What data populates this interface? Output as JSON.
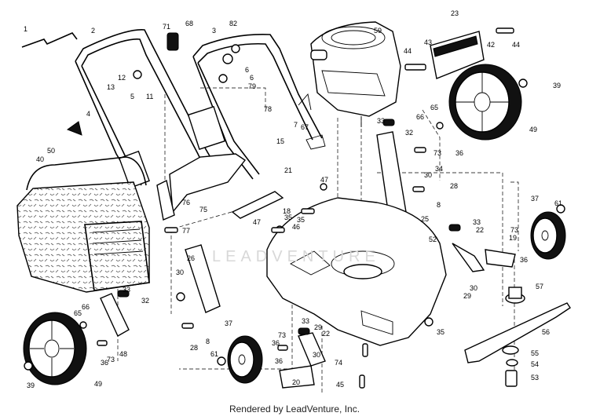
{
  "footer_text": "Rendered by LeadVenture, Inc.",
  "watermark": "LEADVENTURE",
  "callouts": [
    "1",
    "2",
    "3",
    "4",
    "5",
    "6",
    "6",
    "7",
    "8",
    "8",
    "11",
    "12",
    "13",
    "15",
    "18",
    "19",
    "20",
    "21",
    "22",
    "22",
    "23",
    "25",
    "26",
    "28",
    "28",
    "29",
    "29",
    "30",
    "30",
    "30",
    "30",
    "32",
    "32",
    "33",
    "33",
    "33",
    "33",
    "34",
    "35",
    "35",
    "35",
    "36",
    "36",
    "36",
    "36",
    "36",
    "37",
    "37",
    "39",
    "39",
    "40",
    "42",
    "43",
    "44",
    "44",
    "45",
    "46",
    "47",
    "47",
    "48",
    "49",
    "49",
    "50",
    "52",
    "53",
    "54",
    "55",
    "56",
    "57",
    "59",
    "61",
    "61",
    "65",
    "65",
    "66",
    "66",
    "67",
    "68",
    "71",
    "73",
    "73",
    "73",
    "73",
    "74",
    "75",
    "76",
    "77",
    "78",
    "79",
    "82"
  ]
}
